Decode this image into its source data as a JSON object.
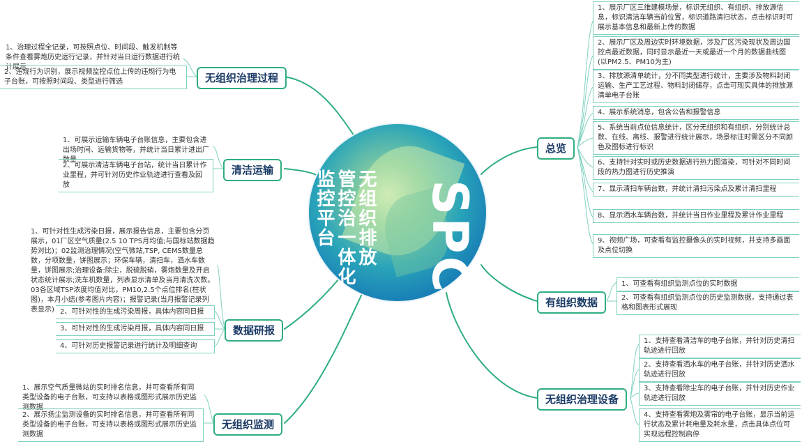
{
  "center": {
    "col1": "无组织排放",
    "col2": "管控治一体化",
    "col3": "监控平台",
    "logo": "SPC"
  },
  "branches": {
    "process": "无组织治理过程",
    "transport": "清洁运输",
    "research": "数据研报",
    "monitor": "无组织监测",
    "overview": "总览",
    "organized": "有组织数据",
    "equipment": "无组织治理设备"
  },
  "process_items": [
    "1、治理过程全记录，可按照点位、时间段、触发机制等条件查看雾炮历史运行记录，并针对当日运行数据进行统计展示",
    "2、违规行为识别，展示视频监控点位上传的违规行为电子台账，可按照时间段、类型进行筛选"
  ],
  "transport_items": [
    "1、可展示运输车辆电子台账信息，主要包含进出场时间、运输货物等，并统计当日累计进出厂数量",
    "2、可展示清洁车辆电子台站，统计当日累计作业里程，并可针对历史作业轨迹进行查看及回放"
  ],
  "research_items": [
    "1、可针对性生成污染日报，展示报告信息，主要包含分页展示，01厂区空气质量(2.5 10 TPS月均值;与国标站数据趋势对比)；02监测治理情况(空气微站,TSP, CEMS数量总数，分项数量，饼图展示；环保车辆，清扫车，洒水车数量，饼图展示;治理设备:除尘，脱硫脱硝，雾炮数量及开启状态统计展示;洗车机数量，列表显示清单及当月清洗次数。03各区域TSP浓度均值对比，PM10,2.5个点位排名(柱状图)，本月小结(参考图片内容)；报警记录(当月报警记录列表显示)",
    "2、可针对性的生成污染周报，具体内容同日报",
    "3、可针对性的生成污染月报，具体内容同日报",
    "4、可针对历史报警记录进行统计及明细查询"
  ],
  "monitor_items": [
    "1、展示空气质量微站的实时排名信息，并可查看所有同类型设备的电子台账，可支持以表格或图形式展示历史监测数据",
    "2、展示扬尘监测设备的实时排名信息，并可查看所有同类型设备的电子台账，可支持以表格或图形式展示历史监测数据"
  ],
  "overview_items": [
    "1、展示厂区三维建模场景，标识无组织、有组织、排放源信息，标识清洁车辆当前位置，标识道路清扫状态，点击标识时可展示基本信息和最新上传的数据",
    "2、展示厂区及周边实时环境数据，涉及厂区污染现状及周边国控点最近数据，同时显示最近一天或最近一个月的数据曲线图(以PM2.5、PM10为主)",
    "3、排放源清单统计，分不同类型进行统计，主要涉及物料封闭运输、生产工艺过程、物料封闭储存，点击可现实具体的排放源清单电子台账",
    "4、展示系统消息，包含公告和报警信息",
    "5、系统当前点位信息统计，区分无组织和有组织，分别统计总数、在线、离线、报警进行统计展示，场景标注时需区分不同颜色及图标进行标识",
    "6、支持针对实时或历史数据进行热力图渲染，可针对不同时间段的热力图进行历史推演",
    "7、显示清扫车辆台数，并统计清扫污染点及累计清扫里程",
    "8、显示洒水车辆台数，并统计当日作业里程及累计作业里程",
    "9、视频广场，可查看有监控摄像头的实时视频，并支持多画面及点位切换"
  ],
  "organized_items": [
    "1、可查看有组织监测点位的实时数据",
    "2、可查看有组织监测点位的历史监测数据，支持通过表格和图表形式展现"
  ],
  "equipment_items": [
    "1、支持查看清洁车的电子台账，并针对历史清扫轨迹进行回放",
    "2、支持查看洒水车的电子台账，并针对历史洒水轨迹进行回放",
    "3、支持查看除尘车的电子台账，并针对历史作业轨迹进行回放",
    "4、支持查看雾炮及雾帘的电子台账，显示当前运行状态及累计耗电量及耗水量，点击具体点位可实现远程控制启停"
  ],
  "colors": {
    "accent": "#2fae7e",
    "branch_text": "#1b3b66",
    "hub_dark": "#0f5da3"
  }
}
